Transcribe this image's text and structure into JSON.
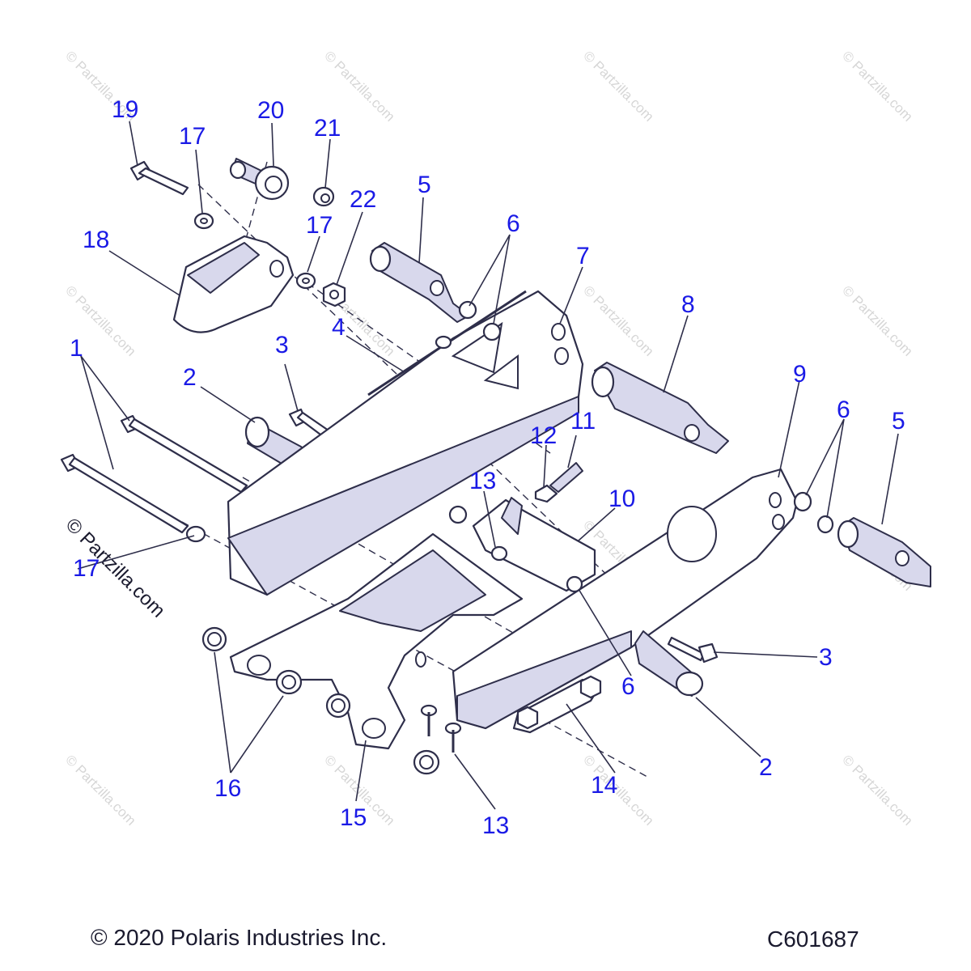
{
  "watermark": "© Partzilla.com",
  "footer": {
    "copyright": "© 2020 Polaris Industries Inc.",
    "code": "C601687"
  },
  "callouts": {
    "c1": "1",
    "c2a": "2",
    "c2b": "2",
    "c3a": "3",
    "c3b": "3",
    "c4": "4",
    "c5a": "5",
    "c5b": "5",
    "c6a": "6",
    "c6b": "6",
    "c6c": "6",
    "c7": "7",
    "c8": "8",
    "c9": "9",
    "c10": "10",
    "c11": "11",
    "c12": "12",
    "c13a": "13",
    "c13b": "13",
    "c14": "14",
    "c15": "15",
    "c16": "16",
    "c17a": "17",
    "c17b": "17",
    "c17c": "17",
    "c18": "18",
    "c19": "19",
    "c20": "20",
    "c21": "21",
    "c22": "22"
  }
}
